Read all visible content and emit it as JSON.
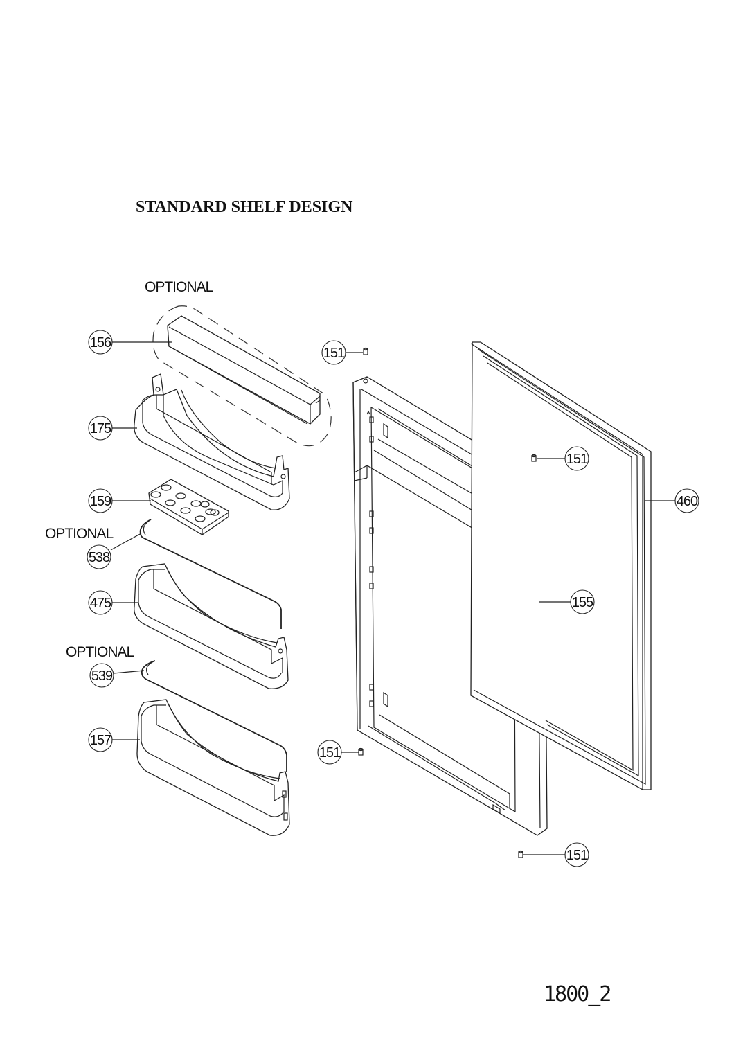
{
  "title": "STANDARD SHELF DESIGN",
  "optional_labels": [
    "OPTIONAL",
    "OPTIONAL",
    "OPTIONAL"
  ],
  "callouts": {
    "c156": "156",
    "c175": "175",
    "c159": "159",
    "c538": "538",
    "c475": "475",
    "c539": "539",
    "c157": "157",
    "c151_top": "151",
    "c151_right": "151",
    "c151_mid": "151",
    "c151_bottom": "151",
    "c460": "460",
    "c155": "155"
  },
  "drawing_code": "1800_2"
}
